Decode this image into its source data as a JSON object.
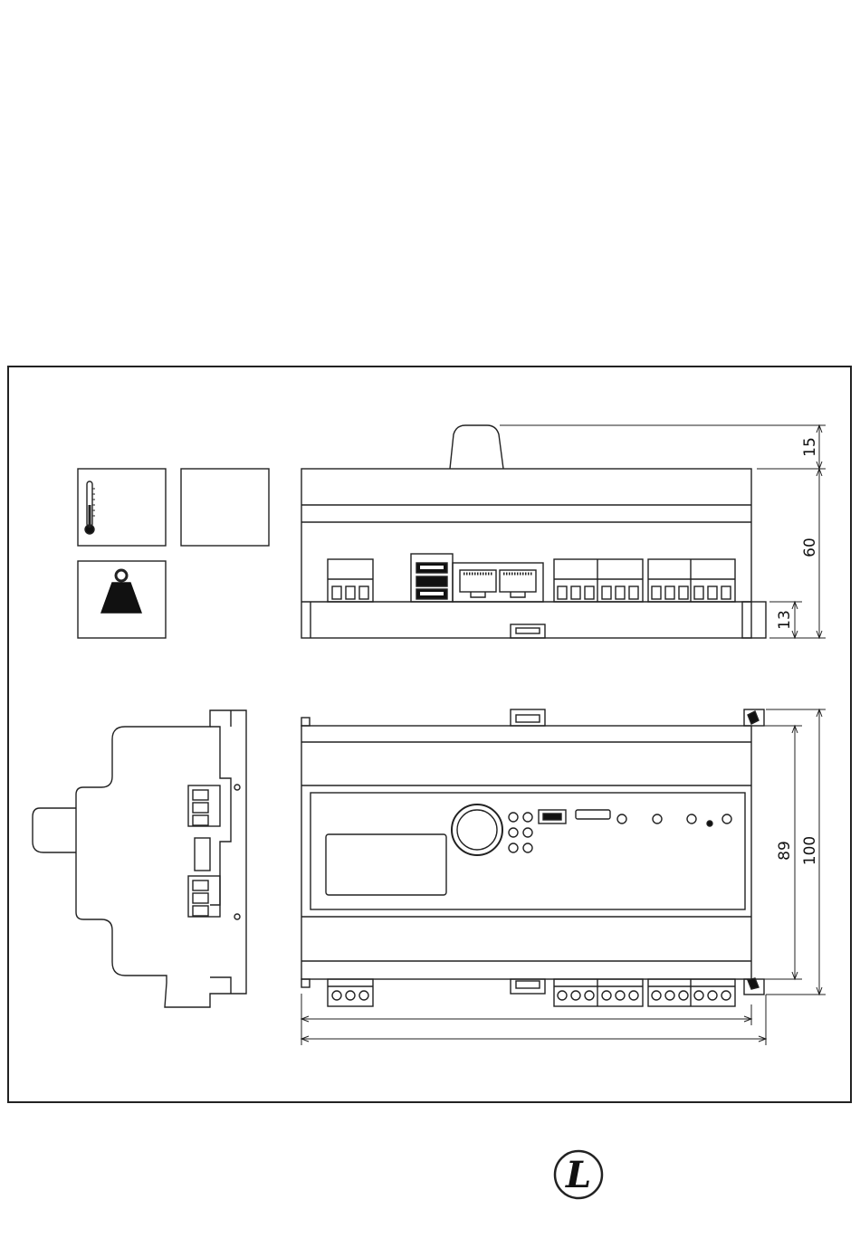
{
  "dimensions": {
    "antenna_height": "15",
    "side_height": "60",
    "base_height": "13",
    "front_inner_height": "89",
    "front_total_height": "100"
  },
  "icons": {
    "temperature": "thermometer-icon",
    "weight": "weight-icon",
    "logo": "l-logo-icon"
  },
  "logo_letter": "L",
  "colors": {
    "line": "#222222",
    "fill_dark": "#111111",
    "background": "#ffffff"
  }
}
